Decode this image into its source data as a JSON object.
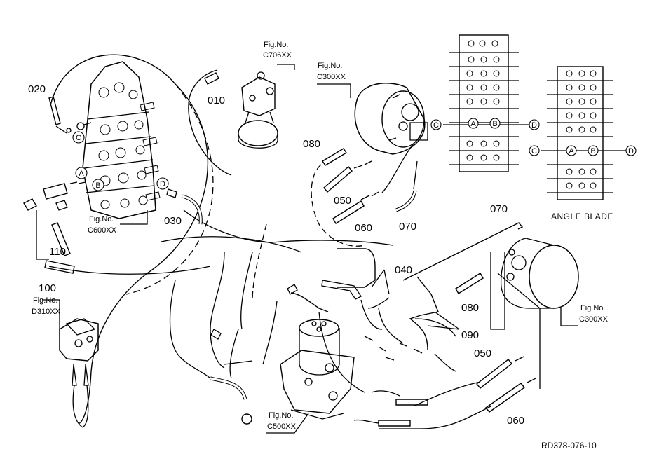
{
  "fig_refs": {
    "c706": {
      "line1": "Fig.No.",
      "line2": "C706XX"
    },
    "c300_top": {
      "line1": "Fig.No.",
      "line2": "C300XX"
    },
    "c600": {
      "line1": "Fig.No.",
      "line2": "C600XX"
    },
    "d310": {
      "line1": "Fig.No.",
      "line2": "D310XX"
    },
    "c300_right": {
      "line1": "Fig.No.",
      "line2": "C300XX"
    },
    "c500": {
      "line1": "Fig.No.",
      "line2": "C500XX"
    }
  },
  "part_labels": {
    "p010": "010",
    "p020": "020",
    "p030": "030",
    "p040": "040",
    "p050_top": "050",
    "p050_right": "050",
    "p060_top": "060",
    "p060_right": "060",
    "p070_top": "070",
    "p070_right": "070",
    "p080_top": "080",
    "p080_right": "080",
    "p090": "090",
    "p100": "100",
    "p110": "110"
  },
  "ports": {
    "a": "A",
    "b": "B",
    "c": "C",
    "d": "D"
  },
  "angle_blade": "ANGLE BLADE",
  "drawing_code": "RD378-076-10"
}
